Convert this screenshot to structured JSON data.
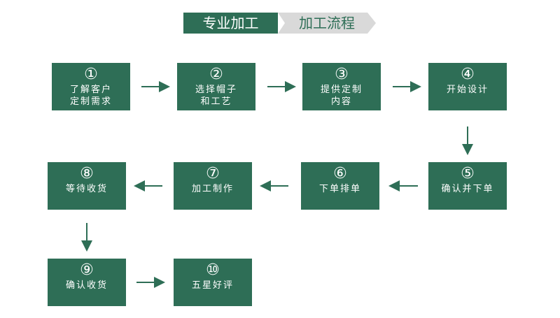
{
  "banner": {
    "left": "专业加工",
    "right": "加工流程"
  },
  "steps": [
    {
      "num": "①",
      "line1": "了解客户",
      "line2": "定制需求"
    },
    {
      "num": "②",
      "line1": "选择帽子",
      "line2": "和工艺"
    },
    {
      "num": "③",
      "line1": "提供定制",
      "line2": "内容"
    },
    {
      "num": "④",
      "line1": "开始设计",
      "line2": ""
    },
    {
      "num": "⑤",
      "line1": "确认并下单",
      "line2": ""
    },
    {
      "num": "⑥",
      "line1": "下单排单",
      "line2": ""
    },
    {
      "num": "⑦",
      "line1": "加工制作",
      "line2": ""
    },
    {
      "num": "⑧",
      "line1": "等待收货",
      "line2": ""
    },
    {
      "num": "⑨",
      "line1": "确认收货",
      "line2": ""
    },
    {
      "num": "⑩",
      "line1": "五星好评",
      "line2": ""
    }
  ],
  "colors": {
    "box": "#2e6e56",
    "arrow": "#2e6e56",
    "banner_right_bg": "#d9d9d9"
  }
}
